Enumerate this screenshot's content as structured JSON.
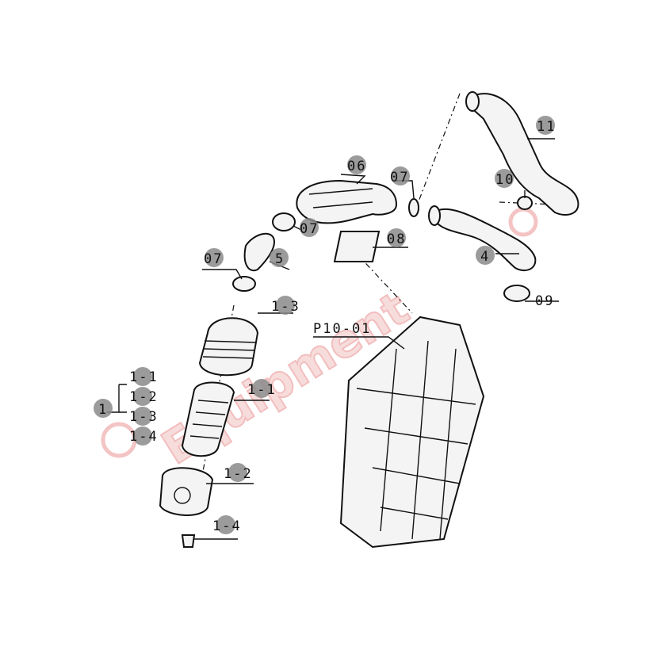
{
  "watermark": {
    "text": "Equipment",
    "color": "#e98a8a"
  },
  "callouts": {
    "c11": "11",
    "c10": "10",
    "c06": "06",
    "c07a": "07",
    "c07b": "07",
    "c07c": "07",
    "c08": "08",
    "c5": "5",
    "c4": "4",
    "c09": "09",
    "c13": "1-3",
    "c11b": "1-1",
    "c12": "1-2",
    "c14": "1-4",
    "frame": "P10-01",
    "group": "1",
    "g1": "1-1",
    "g2": "1-2",
    "g3": "1-3",
    "g4": "1-4"
  }
}
